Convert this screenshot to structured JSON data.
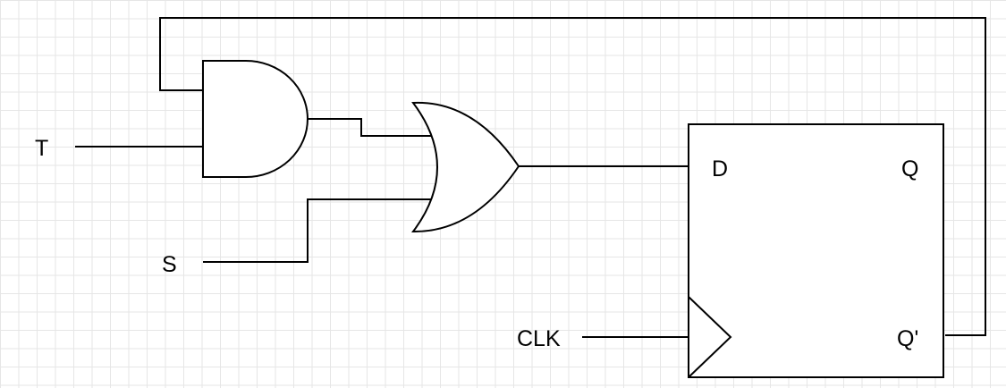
{
  "inputs": {
    "t": "T",
    "s": "S",
    "clk": "CLK"
  },
  "flip_flop": {
    "d": "D",
    "q": "Q",
    "q_not": "Q'"
  },
  "gates": {
    "and": "and-gate",
    "or": "or-gate"
  },
  "colors": {
    "stroke": "#000000",
    "fill": "#ffffff",
    "grid": "#e6e6e6"
  }
}
